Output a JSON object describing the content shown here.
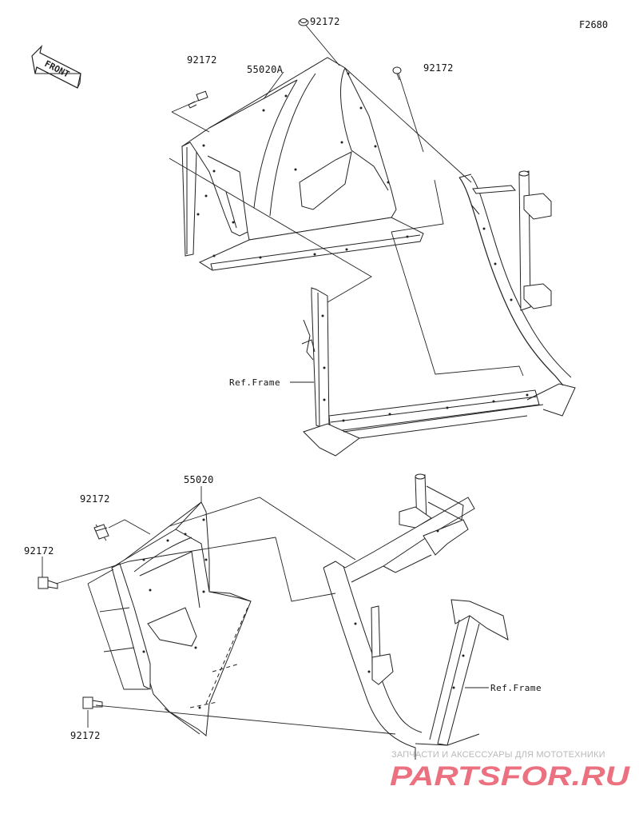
{
  "figure_code": "F2680",
  "front_label": "FRONT",
  "parts": {
    "bolt": "92172",
    "guard_upper": "55020A",
    "guard_lower": "55020"
  },
  "ref_frame_label": "Ref.Frame",
  "watermark": {
    "tagline": "ЗАПЧАСТИ И АКСЕССУАРЫ ДЛЯ МОТОТЕХНИКИ",
    "brand": "PARTSFOR.RU",
    "color": "#e8596a"
  }
}
